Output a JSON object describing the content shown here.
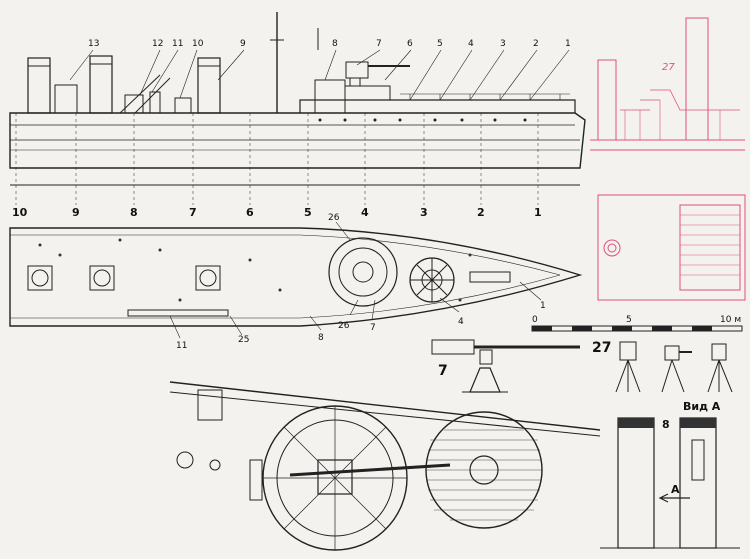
{
  "side_view": {
    "callouts": [
      "13",
      "12",
      "11",
      "10",
      "9",
      "8",
      "7",
      "6",
      "5",
      "4",
      "3",
      "2",
      "1"
    ]
  },
  "frame_numbers": [
    "10",
    "9",
    "8",
    "7",
    "6",
    "5",
    "4",
    "3",
    "2",
    "1"
  ],
  "plan_view": {
    "callouts": [
      "26",
      "26",
      "7",
      "4",
      "1",
      "11",
      "25",
      "8"
    ]
  },
  "scale_bar": {
    "ticks": [
      "0",
      "5",
      "10 м"
    ]
  },
  "gun_detail": {
    "label": "7"
  },
  "pink_detail": {
    "callout": "27"
  },
  "mount_detail": {
    "label": "27"
  },
  "view_a": {
    "title": "Вид А",
    "callout": "8",
    "arrow_label": "А"
  },
  "colors": {
    "ink": "#222222",
    "paper": "#f4f2ee",
    "pink": "#e0507a"
  }
}
